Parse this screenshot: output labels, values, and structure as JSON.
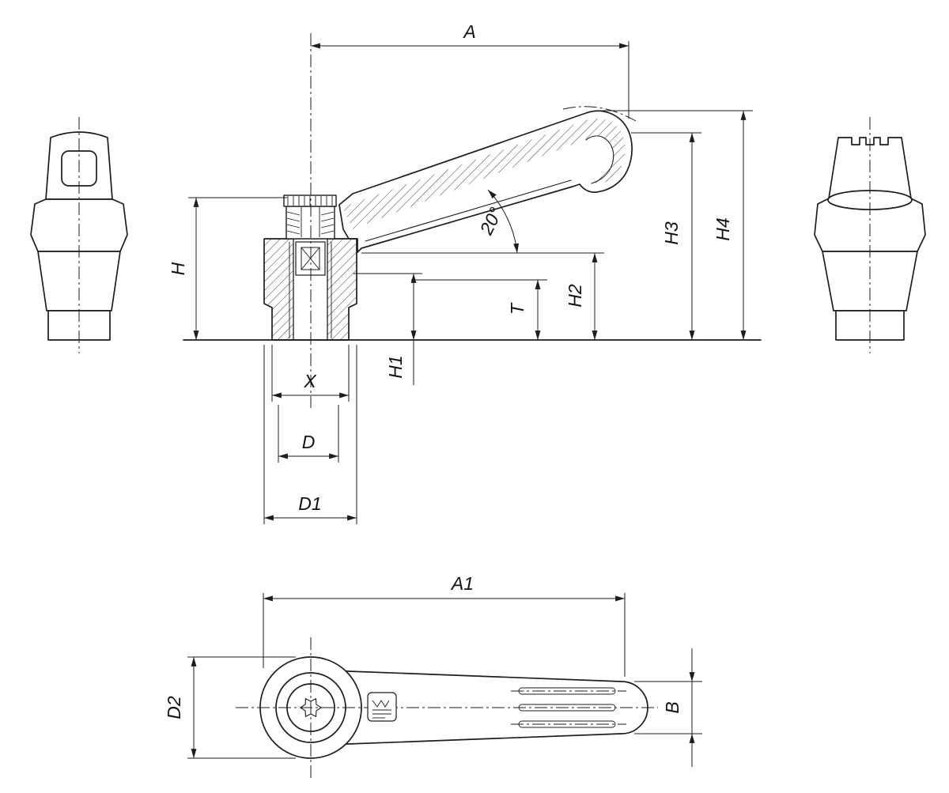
{
  "drawing": {
    "type": "technical-dimension-drawing",
    "subject": "adjustable-clamping-lever",
    "background_color": "#ffffff",
    "line_color": "#1d1d1d",
    "labels": {
      "a": "A",
      "h": "H",
      "angle": "20°",
      "h1": "H1",
      "t": "T",
      "h2": "H2",
      "h3": "H3",
      "h4": "H4",
      "x": "X",
      "d": "D",
      "d1": "D1",
      "a1": "A1",
      "d2": "D2",
      "b": "B"
    },
    "icons": {
      "logo_stamp": "kipp-logo-stamp"
    }
  }
}
